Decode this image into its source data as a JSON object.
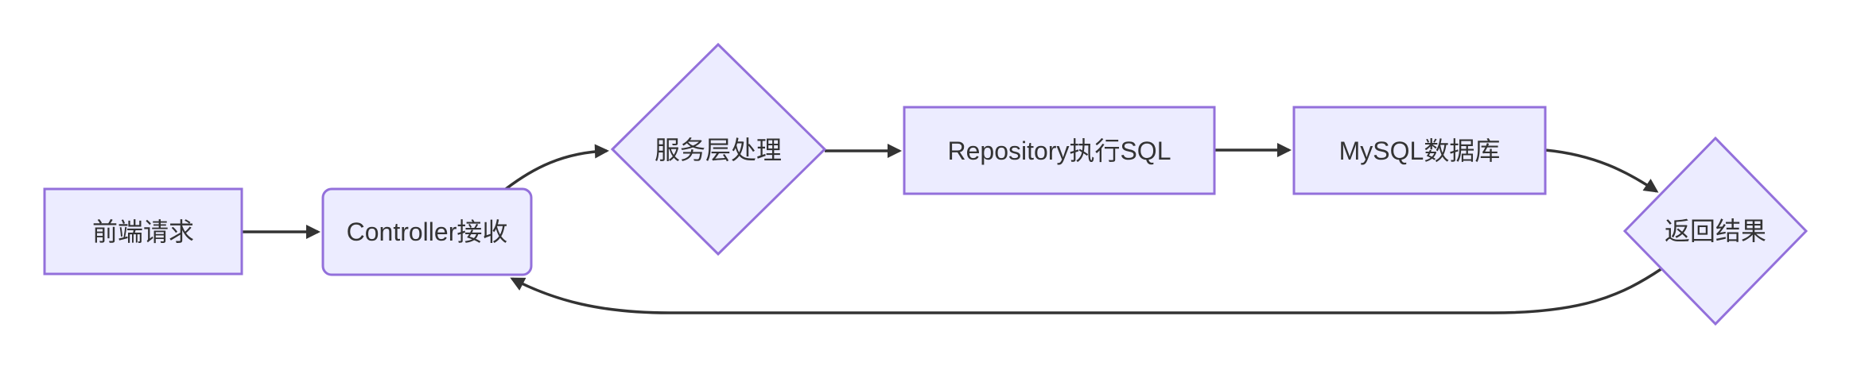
{
  "diagram": {
    "type": "flowchart-left-to-right",
    "background_color": "#ffffff",
    "node_fill_color": "#ECECFF",
    "node_border_color": "#9370DB",
    "edge_color": "#333333",
    "text_color": "#333333",
    "nodes": {
      "frontend": {
        "label": "前端请求",
        "shape": "rectangle"
      },
      "controller": {
        "label": "Controller接收",
        "shape": "rounded-rectangle"
      },
      "service": {
        "label": "服务层处理",
        "shape": "diamond"
      },
      "repository": {
        "label": "Repository执行SQL",
        "shape": "rectangle"
      },
      "mysql": {
        "label": "MySQL数据库",
        "shape": "rectangle"
      },
      "result": {
        "label": "返回结果",
        "shape": "diamond"
      }
    },
    "edges": [
      {
        "from": "前端请求",
        "to": "Controller接收",
        "label": ""
      },
      {
        "from": "Controller接收",
        "to": "服务层处理",
        "label": ""
      },
      {
        "from": "服务层处理",
        "to": "Repository执行SQL",
        "label": ""
      },
      {
        "from": "Repository执行SQL",
        "to": "MySQL数据库",
        "label": ""
      },
      {
        "from": "MySQL数据库",
        "to": "返回结果",
        "label": ""
      },
      {
        "from": "返回结果",
        "to": "Controller接收",
        "label": ""
      }
    ]
  }
}
